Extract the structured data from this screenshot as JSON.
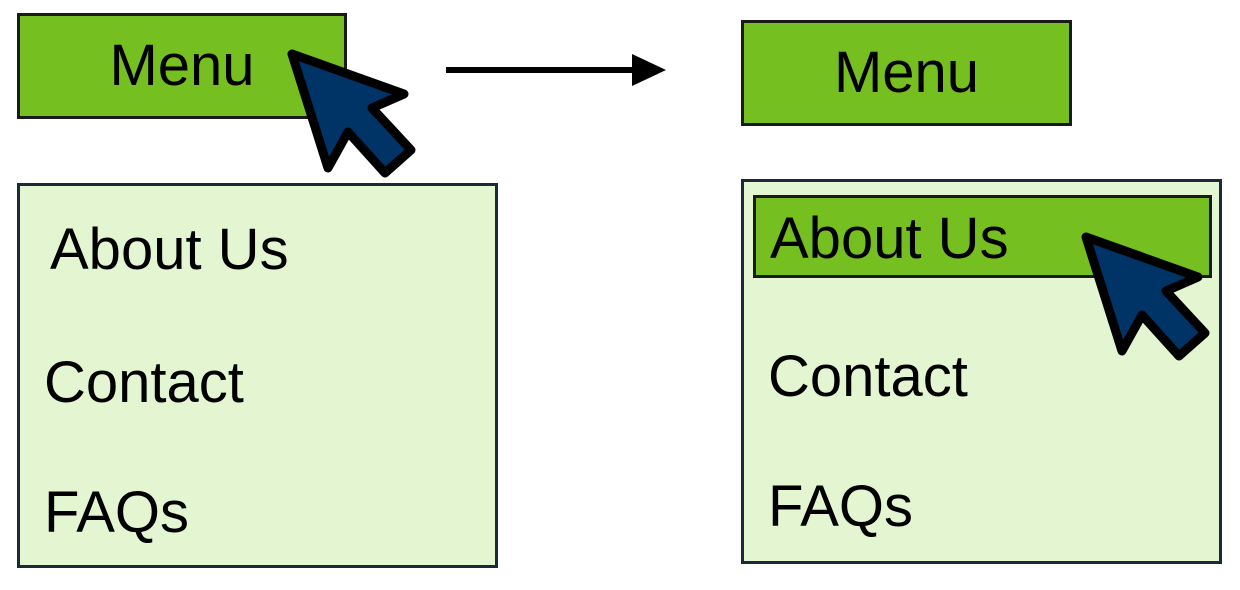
{
  "colors": {
    "menu_green": "#76BF21",
    "dropdown_bg": "#E3F5D1",
    "cursor_fill": "#003366",
    "outline": "#000000"
  },
  "before": {
    "menu_label": "Menu",
    "items": [
      {
        "label": "About Us"
      },
      {
        "label": "Contact"
      },
      {
        "label": "FAQs"
      }
    ],
    "cursor_icon": "mouse-pointer-icon"
  },
  "transition": {
    "icon": "right-arrow-icon"
  },
  "after": {
    "menu_label": "Menu",
    "items": [
      {
        "label": "About Us",
        "highlighted": true
      },
      {
        "label": "Contact",
        "highlighted": false
      },
      {
        "label": "FAQs",
        "highlighted": false
      }
    ],
    "cursor_icon": "mouse-pointer-icon"
  }
}
